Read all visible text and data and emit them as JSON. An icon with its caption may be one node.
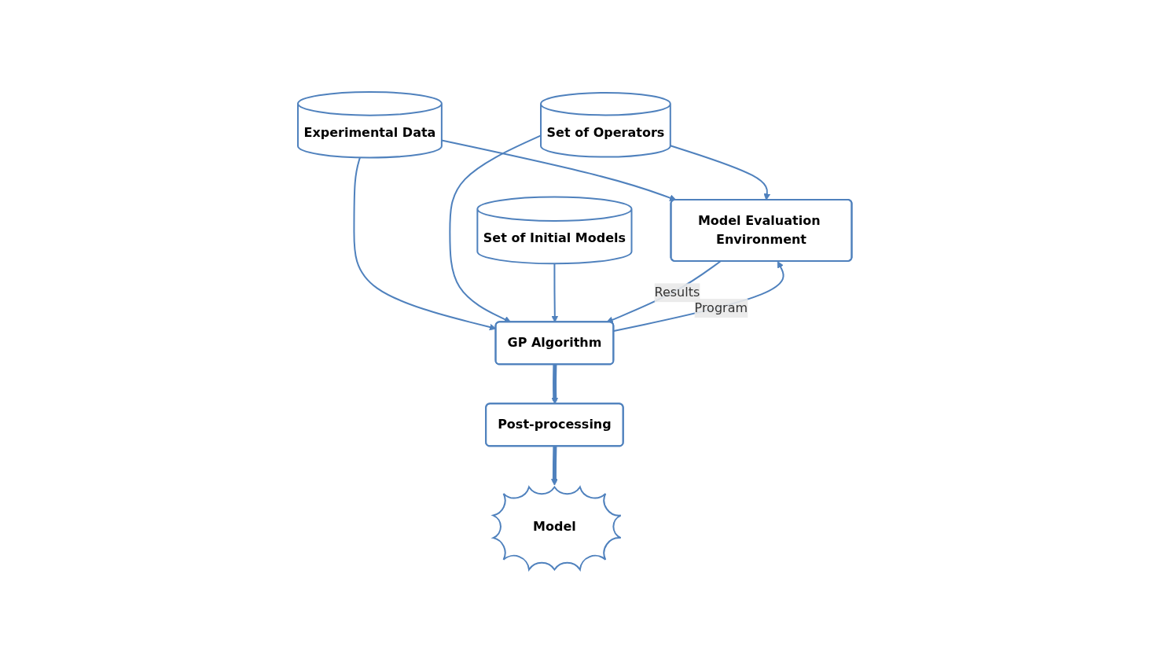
{
  "diagram": {
    "nodes": [
      {
        "text": [
          "Experimental Data"
        ]
      },
      {
        "text": [
          "Set of Operators"
        ]
      },
      {
        "text": [
          "Set of Initial Models"
        ]
      },
      {
        "text": [
          "GP Algorithm"
        ]
      },
      {
        "text": [
          "Post-processing"
        ]
      },
      {
        "text": [
          "Model"
        ]
      },
      {
        "text": [
          "Model Evaluation Environment"
        ]
      }
    ],
    "edges": [
      {
        "from": 0,
        "to": 6,
        "arrow": "to"
      },
      {
        "from": 0,
        "to": 3,
        "arrow": "to"
      },
      {
        "from": 1,
        "to": 6,
        "arrow": "to"
      },
      {
        "from": 1,
        "to": 3,
        "arrow": "to"
      },
      {
        "from": 2,
        "to": 3,
        "arrow": "to"
      },
      {
        "from": 3,
        "to": 6,
        "arrow": "to",
        "label": "Program"
      },
      {
        "from": 6,
        "to": 3,
        "arrow": "to",
        "label": "Results"
      },
      {
        "from": 3,
        "to": 4,
        "arrow": "to",
        "style": "thick"
      },
      {
        "from": 4,
        "to": 5,
        "arrow": "to",
        "style": "thick"
      }
    ]
  }
}
